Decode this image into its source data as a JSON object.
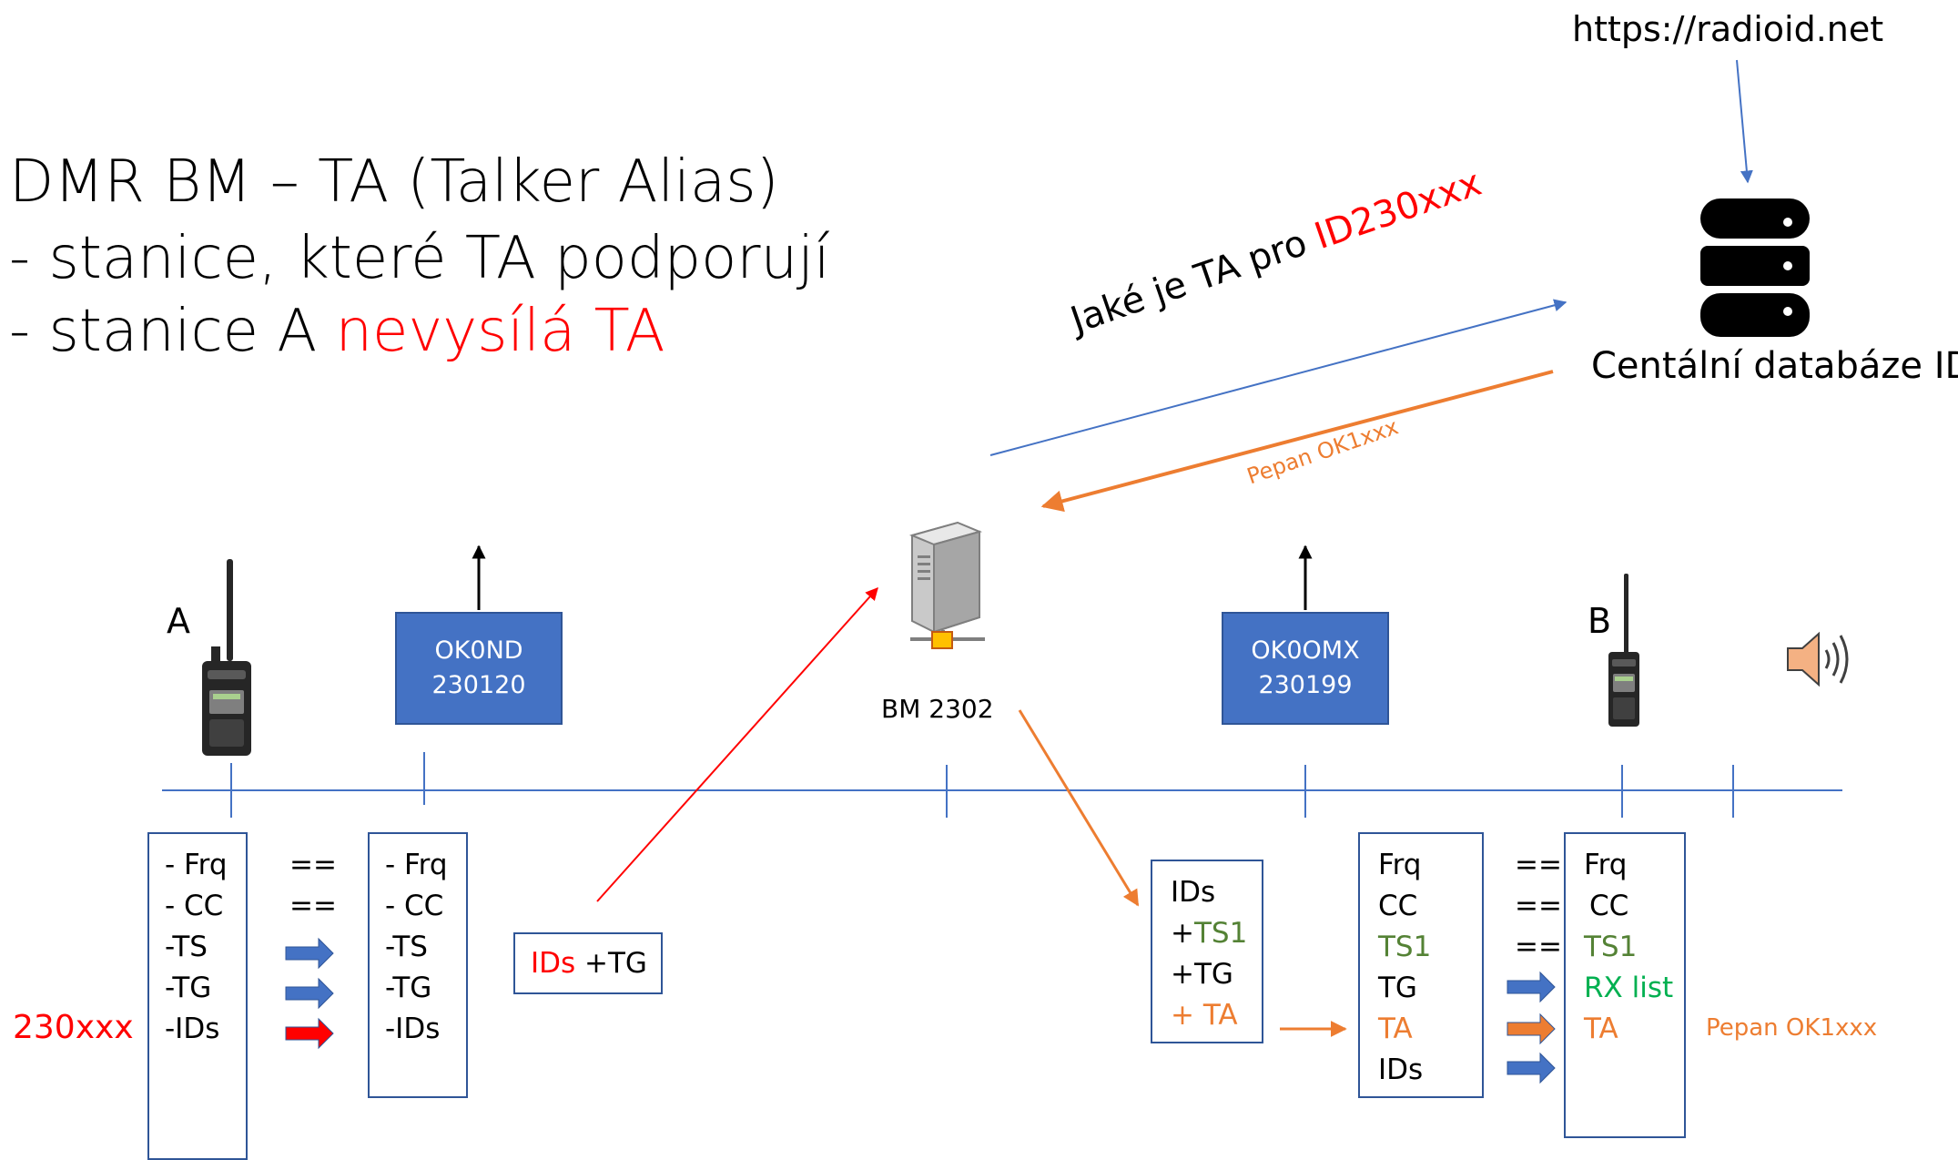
{
  "url": "https://radioid.net",
  "title": {
    "line1": "DMR BM – TA (Talker Alias)",
    "line2": "- stanice, které TA podporují",
    "line3_prefix": "- stanice A ",
    "line3_highlight": "nevysílá TA"
  },
  "database": {
    "label": "Centální databáze ID",
    "icon": "database-icon"
  },
  "query": {
    "prefix": "Jaké je TA pro ",
    "id": "ID230xxx"
  },
  "answer": "Pepan OK1xxx",
  "server": {
    "label": "BM 2302",
    "icon": "server-icon"
  },
  "station_a": {
    "label": "A",
    "id": "230xxx",
    "icon": "radio-icon"
  },
  "station_b": {
    "label": "B",
    "icon": "radio-icon",
    "output": "Pepan OK1xxx"
  },
  "speaker_icon": "speaker-icon",
  "repeater_a": {
    "name": "OK0ND",
    "id": "230120"
  },
  "repeater_b": {
    "name": "OK0OMX",
    "id": "230199"
  },
  "box_a": [
    "- Frq",
    "- CC",
    "-TS",
    "-TG",
    "-IDs"
  ],
  "box_rep_a": [
    "- Frq",
    "- CC",
    "-TS",
    "-TG",
    "-IDs"
  ],
  "compare_a": [
    "==",
    "=="
  ],
  "uplink_packet": {
    "ids": "IDs",
    "tg": " +TG"
  },
  "server_packet": {
    "ids": "IDs",
    "ts_prefix": " +",
    "ts": "TS1",
    "tg": "+TG",
    "ta": "+ TA"
  },
  "box_rep_b": {
    "frq": "Frq",
    "cc": "CC",
    "ts": "TS1",
    "tg": "TG",
    "ta": "TA",
    "ids": "IDs"
  },
  "compare_b": [
    "==",
    "==",
    "=="
  ],
  "box_b": {
    "frq": "Frq",
    "cc": "CC",
    "ts": "TS1",
    "rx": "RX list",
    "ta": "TA"
  },
  "colors": {
    "line": "#4472c4",
    "box_border": "#2f5597",
    "orange": "#ed7d31",
    "red": "#ff0000",
    "green": "#548235",
    "bright_green": "#00b050"
  }
}
